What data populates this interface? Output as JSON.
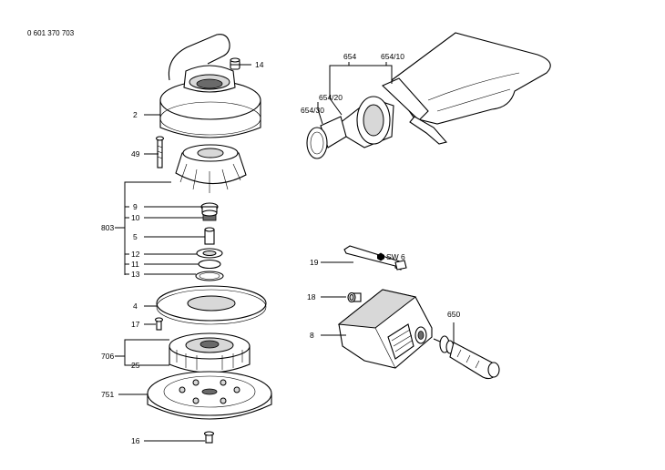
{
  "document_number": "0 601 370 703",
  "callouts": {
    "c14": "14",
    "c2": "2",
    "c49": "49",
    "c803": "803",
    "c9": "9",
    "c10": "10",
    "c5": "5",
    "c12": "12",
    "c11": "11",
    "c13": "13",
    "c4": "4",
    "c17": "17",
    "c706": "706",
    "c25": "25",
    "c751": "751",
    "c16": "16",
    "c654": "654",
    "c654_10": "654/10",
    "c654_20": "654/20",
    "c654_30": "654/30",
    "c19": "19",
    "sw6": "SW 6",
    "c18": "18",
    "c8": "8",
    "c650": "650"
  },
  "colors": {
    "line": "#000000",
    "shade": "#d8d8d8",
    "dark": "#6a6a6a"
  }
}
